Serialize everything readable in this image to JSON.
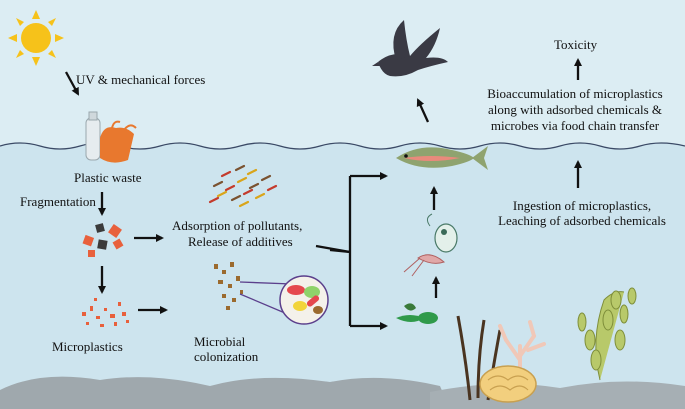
{
  "labels": {
    "uv": "UV & mechanical forces",
    "plastic_waste": "Plastic waste",
    "fragmentation": "Fragmentation",
    "adsorption_1": "Adsorption of pollutants,",
    "adsorption_2": "Release of additives",
    "microplastics": "Microplastics",
    "microbial_1": "Microbial",
    "microbial_2": "colonization",
    "toxicity": "Toxicity",
    "bioaccum_1": "Bioaccumulation of microplastics",
    "bioaccum_2": "along with adsorbed chemicals &",
    "bioaccum_3": "microbes via food chain transfer",
    "ingestion_1": "Ingestion of microplastics,",
    "ingestion_2": "Leaching of adsorbed chemicals"
  },
  "colors": {
    "sky": "#dcedf3",
    "sun": "#f6c21a",
    "plastic_fragment": "#e8603c",
    "fragment_dark": "#3b3b3b",
    "seabed": "#9fa8ad"
  }
}
